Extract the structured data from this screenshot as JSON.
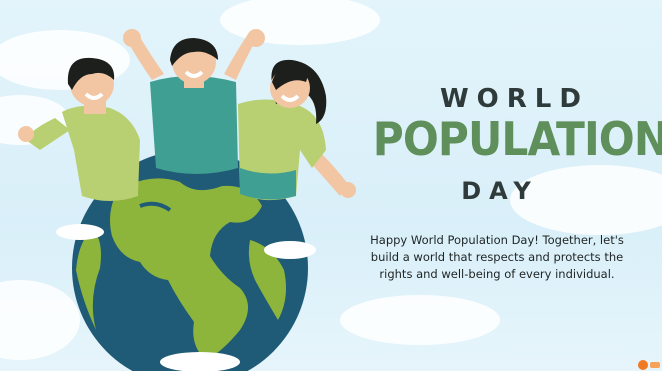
{
  "banner": {
    "title_world": "WORLD",
    "title_population": "POPULATION",
    "title_day": "DAY",
    "message": "Happy World Population Day! Together, let's build a world that respects and protects the rights and well-being of every individual."
  },
  "colors": {
    "background": "#dcf0fa",
    "title_dark": "#2f3a3a",
    "title_green": "#5f8f5a",
    "globe_ocean": "#1f5b76",
    "globe_land": "#8db53c",
    "shirt_green": "#b8cf72",
    "shirt_teal": "#3f9f93",
    "hair": "#1c1f1c",
    "skin": "#f2c6a3"
  },
  "icons": {
    "brand": "orange-logo-icon"
  }
}
